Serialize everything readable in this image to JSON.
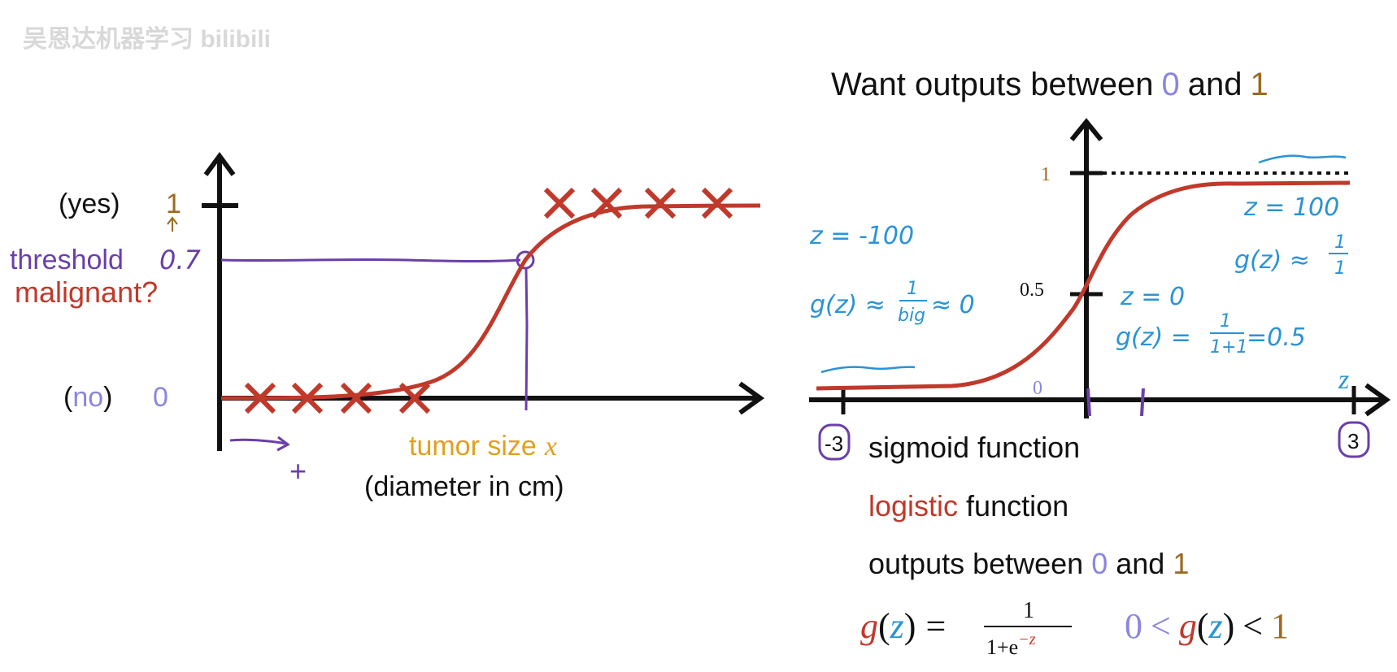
{
  "watermark": "吴恩达机器学习 bilibili",
  "left_plot": {
    "yes_label": "(yes)",
    "one_label": "1",
    "no_label_open": "(",
    "no_word": "no",
    "no_label_close": ")",
    "zero_label": "0",
    "threshold_label": "threshold",
    "threshold_value": "0.7",
    "ylabel": "malignant?",
    "xlabel_main": "tumor size",
    "xlabel_var": "x",
    "xlabel_sub": "(diameter in cm)",
    "plus_note": "+",
    "threshold": 0.7,
    "negative_marks": 4,
    "positive_marks": 4
  },
  "right_plot": {
    "title_pre": "Want outputs between",
    "title_zero": "0",
    "title_and": "and",
    "title_one": "1",
    "tick_one": "1",
    "tick_half": "0.5",
    "tick_zero": "0",
    "axis_z": "z",
    "tick_neg3": "-3",
    "tick_pos3": "3",
    "note_left_z": "z = -100",
    "note_left_g": "g(z) ≈",
    "note_left_frac_num": "1",
    "note_left_frac_den": "big",
    "note_left_tail": "≈ 0",
    "note_mid_z": "z = 0",
    "note_mid_g": "g(z) =",
    "note_mid_frac_num": "1",
    "note_mid_frac_den": "1+1",
    "note_mid_tail": "=0.5",
    "note_right_z": "z = 100",
    "note_right_g": "g(z) ≈",
    "note_right_frac_num": "1",
    "note_right_frac_den": "1"
  },
  "text_block": {
    "line1": "sigmoid function",
    "line2_red": "logistic",
    "line2_rest": "function",
    "line3_pre": "outputs between",
    "line3_zero": "0",
    "line3_and": "and",
    "line3_one": "1",
    "formula_g": "g",
    "formula_z": "z",
    "formula_eq": "=",
    "formula_num": "1",
    "formula_den_pre": "1+e",
    "formula_den_exp": "−z",
    "ineq_zero": "0",
    "ineq_lt": "<",
    "ineq_g": "g",
    "ineq_z": "z",
    "ineq_lt2": "<",
    "ineq_one": "1"
  },
  "colors": {
    "axis": "#111111",
    "curve": "#c0392b",
    "purple": "#6a3fa8",
    "blue_note": "#2a93d5",
    "brown": "#9a6a1f",
    "orange": "#e0a020",
    "light_purple": "#8a86e0"
  }
}
